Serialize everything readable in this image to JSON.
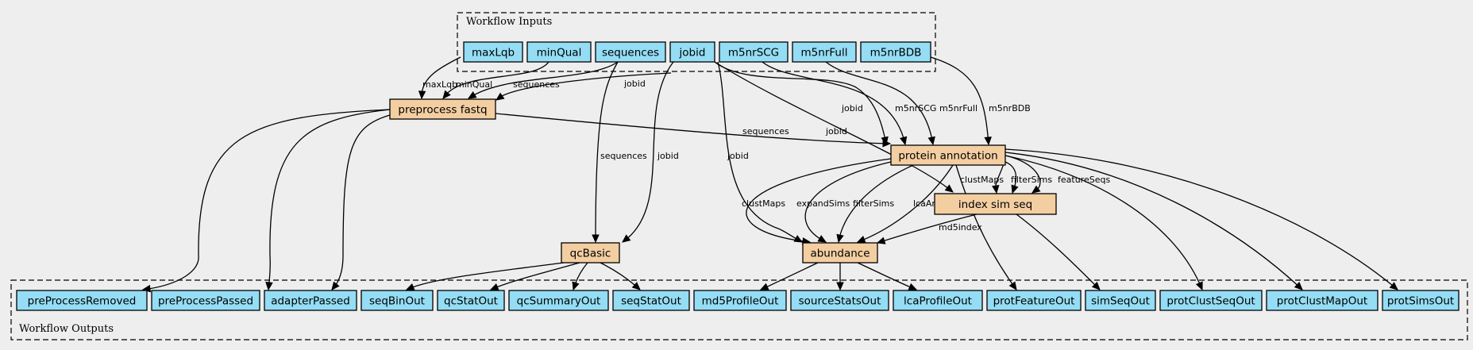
{
  "clusters": {
    "inputs": {
      "label": "Workflow Inputs"
    },
    "outputs": {
      "label": "Workflow Outputs"
    }
  },
  "colors": {
    "io_fill": "#94ddf4",
    "step_fill": "#f3cea1",
    "stroke": "#000000",
    "background": "#eeeeee"
  },
  "nodes": [
    {
      "id": "maxLqb",
      "label": "maxLqb",
      "kind": "input"
    },
    {
      "id": "minQual",
      "label": "minQual",
      "kind": "input"
    },
    {
      "id": "sequences",
      "label": "sequences",
      "kind": "input"
    },
    {
      "id": "jobid",
      "label": "jobid",
      "kind": "input"
    },
    {
      "id": "m5nrSCG",
      "label": "m5nrSCG",
      "kind": "input"
    },
    {
      "id": "m5nrFull",
      "label": "m5nrFull",
      "kind": "input"
    },
    {
      "id": "m5nrBDB",
      "label": "m5nrBDB",
      "kind": "input"
    },
    {
      "id": "preprocess",
      "label": "preprocess fastq",
      "kind": "step"
    },
    {
      "id": "protann",
      "label": "protein annotation",
      "kind": "step"
    },
    {
      "id": "indexsim",
      "label": "index sim seq",
      "kind": "step"
    },
    {
      "id": "qcbasic",
      "label": "qcBasic",
      "kind": "step"
    },
    {
      "id": "abundance",
      "label": "abundance",
      "kind": "step"
    },
    {
      "id": "preProcessRemoved",
      "label": "preProcessRemoved",
      "kind": "output"
    },
    {
      "id": "preProcessPassed",
      "label": "preProcessPassed",
      "kind": "output"
    },
    {
      "id": "adapterPassed",
      "label": "adapterPassed",
      "kind": "output"
    },
    {
      "id": "seqBinOut",
      "label": "seqBinOut",
      "kind": "output"
    },
    {
      "id": "qcStatOut",
      "label": "qcStatOut",
      "kind": "output"
    },
    {
      "id": "qcSummaryOut",
      "label": "qcSummaryOut",
      "kind": "output"
    },
    {
      "id": "seqStatOut",
      "label": "seqStatOut",
      "kind": "output"
    },
    {
      "id": "md5ProfileOut",
      "label": "md5ProfileOut",
      "kind": "output"
    },
    {
      "id": "sourceStatsOut",
      "label": "sourceStatsOut",
      "kind": "output"
    },
    {
      "id": "lcaProfileOut",
      "label": "lcaProfileOut",
      "kind": "output"
    },
    {
      "id": "protFeatureOut",
      "label": "protFeatureOut",
      "kind": "output"
    },
    {
      "id": "simSeqOut",
      "label": "simSeqOut",
      "kind": "output"
    },
    {
      "id": "protClustSeqOut",
      "label": "protClustSeqOut",
      "kind": "output"
    },
    {
      "id": "protClustMapOut",
      "label": "protClustMapOut",
      "kind": "output"
    },
    {
      "id": "protSimsOut",
      "label": "protSimsOut",
      "kind": "output"
    }
  ],
  "edges": [
    {
      "id": "e1",
      "from": "maxLqb",
      "to": "preprocess",
      "label": "maxLqb"
    },
    {
      "id": "e2",
      "from": "minQual",
      "to": "preprocess",
      "label": "minQual"
    },
    {
      "id": "e3",
      "from": "sequences",
      "to": "preprocess",
      "label": "sequences"
    },
    {
      "id": "e4",
      "from": "jobid",
      "to": "preprocess",
      "label": "jobid"
    },
    {
      "id": "e5",
      "from": "sequences",
      "to": "qcbasic",
      "label": "sequences"
    },
    {
      "id": "e6",
      "from": "jobid",
      "to": "qcbasic",
      "label": "jobid"
    },
    {
      "id": "e7",
      "from": "jobid",
      "to": "abundance",
      "label": "jobid"
    },
    {
      "id": "e8",
      "from": "jobid",
      "to": "indexsim",
      "label": "jobid"
    },
    {
      "id": "e9",
      "from": "jobid",
      "to": "protann",
      "label": "jobid"
    },
    {
      "id": "e10",
      "from": "m5nrSCG",
      "to": "protann",
      "label": "m5nrSCG"
    },
    {
      "id": "e11",
      "from": "m5nrFull",
      "to": "protann",
      "label": "m5nrFull"
    },
    {
      "id": "e12",
      "from": "m5nrBDB",
      "to": "protann",
      "label": "m5nrBDB"
    },
    {
      "id": "e13",
      "from": "preprocess",
      "to": "protann",
      "label": "sequences"
    },
    {
      "id": "e14",
      "from": "preprocess",
      "to": "preProcessRemoved",
      "label": ""
    },
    {
      "id": "e15",
      "from": "preprocess",
      "to": "preProcessPassed",
      "label": ""
    },
    {
      "id": "e16",
      "from": "preprocess",
      "to": "adapterPassed",
      "label": ""
    },
    {
      "id": "e17",
      "from": "protann",
      "to": "indexsim",
      "label": "clustMaps"
    },
    {
      "id": "e18",
      "from": "protann",
      "to": "indexsim",
      "label": "filterSims"
    },
    {
      "id": "e19",
      "from": "protann",
      "to": "indexsim",
      "label": "featureSeqs"
    },
    {
      "id": "e20",
      "from": "protann",
      "to": "abundance",
      "label": "clustMaps"
    },
    {
      "id": "e21",
      "from": "protann",
      "to": "abundance",
      "label": "expandSims"
    },
    {
      "id": "e22",
      "from": "protann",
      "to": "abundance",
      "label": "filterSims"
    },
    {
      "id": "e23",
      "from": "protann",
      "to": "abundance",
      "label": "lcaAnns"
    },
    {
      "id": "e24",
      "from": "indexsim",
      "to": "abundance",
      "label": "md5index"
    },
    {
      "id": "e25",
      "from": "qcbasic",
      "to": "seqBinOut",
      "label": ""
    },
    {
      "id": "e26",
      "from": "qcbasic",
      "to": "qcStatOut",
      "label": ""
    },
    {
      "id": "e27",
      "from": "qcbasic",
      "to": "qcSummaryOut",
      "label": ""
    },
    {
      "id": "e28",
      "from": "qcbasic",
      "to": "seqStatOut",
      "label": ""
    },
    {
      "id": "e29",
      "from": "abundance",
      "to": "md5ProfileOut",
      "label": ""
    },
    {
      "id": "e30",
      "from": "abundance",
      "to": "sourceStatsOut",
      "label": ""
    },
    {
      "id": "e31",
      "from": "abundance",
      "to": "lcaProfileOut",
      "label": ""
    },
    {
      "id": "e32",
      "from": "protann",
      "to": "protFeatureOut",
      "label": ""
    },
    {
      "id": "e33",
      "from": "indexsim",
      "to": "simSeqOut",
      "label": ""
    },
    {
      "id": "e34",
      "from": "protann",
      "to": "protClustSeqOut",
      "label": ""
    },
    {
      "id": "e35",
      "from": "protann",
      "to": "protClustMapOut",
      "label": ""
    },
    {
      "id": "e36",
      "from": "protann",
      "to": "protSimsOut",
      "label": ""
    }
  ]
}
